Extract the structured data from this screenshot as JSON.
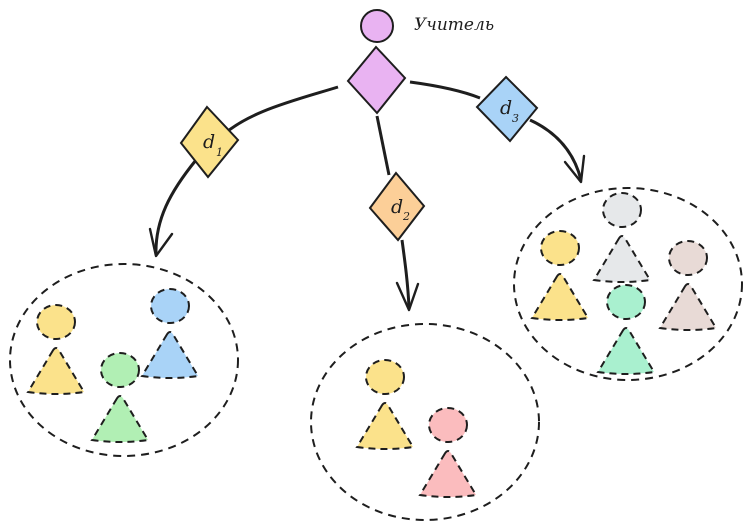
{
  "teacher": {
    "label": "Учитель",
    "color": "#e9b3f2"
  },
  "edges": [
    {
      "id": "d1",
      "letter": "d",
      "index": "1",
      "color": "#fbe28b"
    },
    {
      "id": "d2",
      "letter": "d",
      "index": "2",
      "color": "#fccf98"
    },
    {
      "id": "d3",
      "letter": "d",
      "index": "3",
      "color": "#a9d3f7"
    }
  ],
  "groups": [
    {
      "edge": "d1",
      "members": [
        "#fbe28b",
        "#b1efb4",
        "#a9d3f7"
      ]
    },
    {
      "edge": "d2",
      "members": [
        "#fbe28b",
        "#fbbcbe"
      ]
    },
    {
      "edge": "d3",
      "members": [
        "#fbe28b",
        "#e6e8ea",
        "#a9f0cf",
        "#e8dad6"
      ]
    }
  ],
  "colors": {
    "stroke": "#1e1e1e",
    "background": "#ffffff"
  }
}
